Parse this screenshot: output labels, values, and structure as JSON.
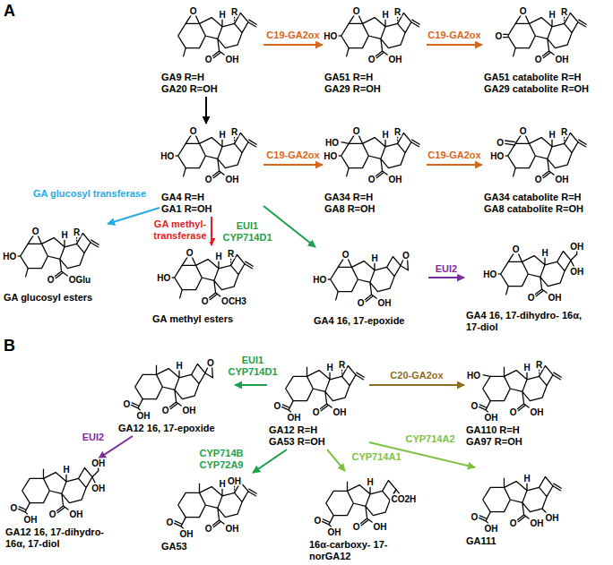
{
  "diagram": {
    "nodes": [
      {
        "text": [
          "GA9 R=H",
          "GA20 R=OH"
        ]
      },
      {
        "text": [
          "GA51 R=H",
          "GA29 R=OH"
        ]
      },
      {
        "text": [
          "GA51 catabolite R=H",
          "GA29 catabolite R=OH"
        ]
      },
      {
        "text": [
          "GA4 R=H",
          "GA1 R=OH"
        ]
      },
      {
        "text": [
          "GA34 R=H",
          "GA8 R=OH"
        ]
      },
      {
        "text": [
          "GA34 catabolite R=H",
          "GA8 catabolite R=OH"
        ]
      },
      {
        "text": [
          "GA glucosyl esters"
        ]
      },
      {
        "text": [
          "GA methyl esters"
        ]
      },
      {
        "text": [
          "GA4 16, 17-epoxide"
        ]
      },
      {
        "text": [
          "GA4 16, 17-dihydro- 16α, 17-diol"
        ]
      },
      {
        "text": [
          "GA12 16, 17-epoxide"
        ]
      },
      {
        "text": [
          "GA12 R=H",
          "GA53 R=OH"
        ]
      },
      {
        "text": [
          "GA110 R=H",
          "GA97 R=OH"
        ]
      },
      {
        "text": [
          "GA12 16, 17-dihydro- 16α, 17-diol"
        ]
      },
      {
        "text": [
          "GA53"
        ]
      },
      {
        "text": [
          "16α-carboxy- 17-norGA12"
        ]
      },
      {
        "text": [
          "GA111"
        ]
      }
    ],
    "edges": [
      {
        "from": 0,
        "to": 1,
        "label": "C19-GA2ox",
        "arrow": "to"
      },
      {
        "from": 1,
        "to": 2,
        "label": "C19-GA2ox",
        "arrow": "to"
      },
      {
        "from": 0,
        "to": 3,
        "arrow": "to"
      },
      {
        "from": 3,
        "to": 4,
        "label": "C19-GA2ox",
        "arrow": "to"
      },
      {
        "from": 4,
        "to": 5,
        "label": "C19-GA2ox",
        "arrow": "to"
      },
      {
        "from": 3,
        "to": 6,
        "label": "GA glucosyl transferase",
        "arrow": "to"
      },
      {
        "from": 3,
        "to": 7,
        "label": "GA methyl- transferase",
        "arrow": "to"
      },
      {
        "from": 3,
        "to": 8,
        "label": "EUI1 CYP714D1",
        "arrow": "to"
      },
      {
        "from": 8,
        "to": 9,
        "label": "EUI2",
        "arrow": "to"
      },
      {
        "from": 11,
        "to": 10,
        "label": "EUI1 CYP714D1",
        "arrow": "to"
      },
      {
        "from": 10,
        "to": 13,
        "label": "EUI2",
        "arrow": "to"
      },
      {
        "from": 11,
        "to": 12,
        "label": "C20-GA2ox",
        "arrow": "to"
      },
      {
        "from": 11,
        "to": 14,
        "label": "CYP714B CYP72A9",
        "arrow": "to"
      },
      {
        "from": 11,
        "to": 15,
        "label": "CYP714A1",
        "arrow": "to"
      },
      {
        "from": 11,
        "to": 16,
        "label": "CYP714A2",
        "arrow": "to"
      }
    ],
    "labels": [
      "A",
      "B",
      "R",
      "O",
      "H",
      "O",
      "OH",
      "HO",
      "R",
      "O",
      "H",
      "O",
      "OH",
      "O",
      "R",
      "O",
      "H",
      "O",
      "OH",
      "HO",
      "R",
      "O",
      "H",
      "O",
      "OH",
      "HO",
      "HO",
      "R",
      "O",
      "H",
      "O",
      "OH",
      "HO",
      "O",
      "R",
      "O",
      "H",
      "O",
      "OH",
      "HO",
      "R",
      "O",
      "H",
      "O",
      "OGlu",
      "HO",
      "R",
      "O",
      "H",
      "O",
      "OCH3",
      "HO",
      "O",
      "H",
      "O",
      "OH",
      "O",
      "HO",
      "O",
      "H",
      "O",
      "OH",
      "OH",
      "OH",
      "H",
      "O",
      "OH",
      "O",
      "OH",
      "O",
      "R",
      "H",
      "O",
      "OH",
      "O",
      "OH",
      "HO",
      "R",
      "H",
      "O",
      "OH",
      "O",
      "OH",
      "H",
      "O",
      "OH",
      "O",
      "OH",
      "OH",
      "OH",
      "OH",
      "H",
      "O",
      "OH",
      "O",
      "OH",
      "CO2H",
      "H",
      "O",
      "OH",
      "O",
      "OH",
      "OH",
      "H",
      "O",
      "OH",
      "O",
      "OH"
    ]
  }
}
